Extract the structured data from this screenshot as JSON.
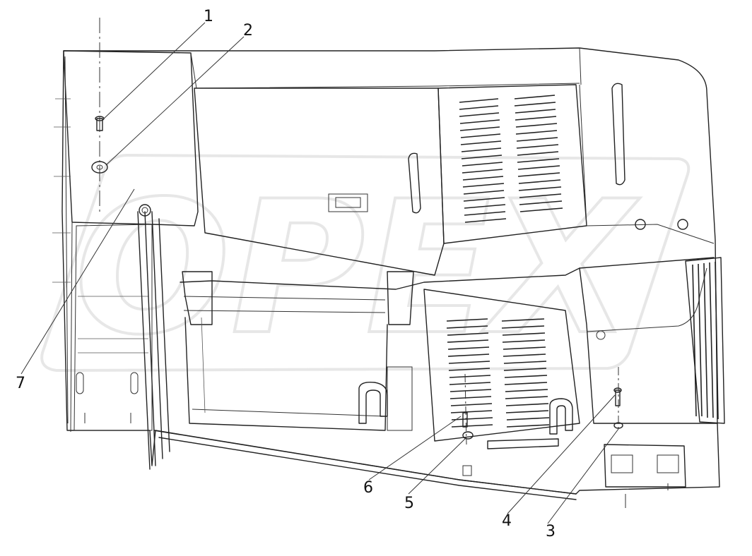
{
  "diagram": {
    "callouts": [
      "1",
      "2",
      "3",
      "4",
      "5",
      "6",
      "7"
    ],
    "watermark": "OPEX"
  },
  "colors": {
    "line": "#222222",
    "watermark": "#cfcfcf",
    "background": "#ffffff"
  }
}
